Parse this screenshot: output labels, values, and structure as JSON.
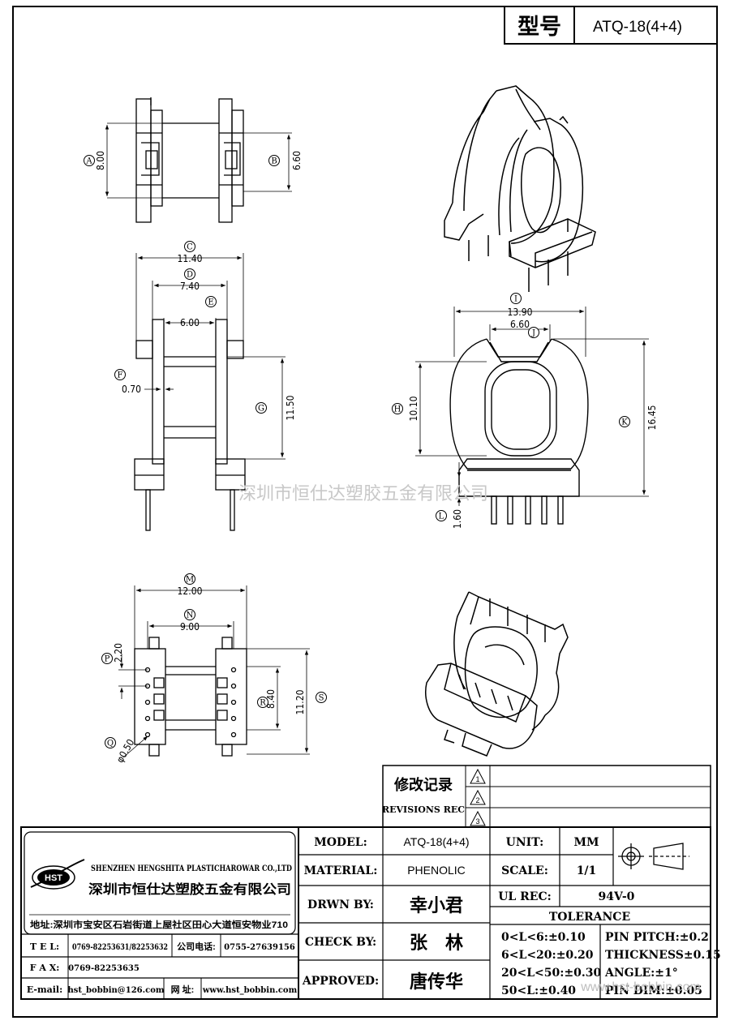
{
  "header": {
    "model_label": "型号",
    "model_value": "ATQ-18(4+4)"
  },
  "dimensions": {
    "A": "8.00",
    "B": "6.60",
    "C": "11.40",
    "D": "7.40",
    "E": "6.00",
    "F": "0.70",
    "G": "11.50",
    "H": "10.10",
    "I": "13.90",
    "J": "6.60",
    "K": "16.45",
    "L": "1.60",
    "M": "12.00",
    "N": "9.00",
    "P": "2.20",
    "Q": "φ0.50",
    "R": "8.40",
    "S": "11.20"
  },
  "watermark": {
    "center": "深圳市恒仕达塑胶五金有限公司",
    "bottom": "www.hst-bobbin.com"
  },
  "revisions": {
    "title_cn": "修改记录",
    "title_en": "REVISIONS REC",
    "marks": [
      "1",
      "2",
      "3"
    ]
  },
  "company": {
    "name_en": "SHENZHEN HENGSHITA PLASTICHAROWAR CO.,LTD",
    "name_cn": "深圳市恒仕达塑胶五金有限公司",
    "logo_text": "HST",
    "address": "地址:深圳市宝安区石岩街道上屋社区田心大道恒安物业710",
    "tel_label": "T E L:",
    "tel_value": "0769-82253631/82253632",
    "phone_label": "公司电话:",
    "phone_value": "0755-27639156",
    "fax_label": "F A X:",
    "fax_value": "0769-82253635",
    "email_label": "E-mail:",
    "email_value": "hst_bobbin@126.com",
    "web_label": "网 址:",
    "web_value": "www.hst_bobbin.com"
  },
  "title_block": {
    "model_label": "MODEL:",
    "model_value": "ATQ-18(4+4)",
    "material_label": "MATERIAL:",
    "material_value": "PHENOLIC",
    "drawn_label": "DRWN BY:",
    "drawn_value": "幸小君",
    "check_label": "CHECK BY:",
    "check_value": "张　林",
    "approved_label": "APPROVED:",
    "approved_value": "唐传华",
    "unit_label": "UNIT:",
    "unit_value": "MM",
    "scale_label": "SCALE:",
    "scale_value": "1/1",
    "ul_label": "UL REC:",
    "ul_value": "94V-0",
    "tolerance_label": "TOLERANCE",
    "tolerance_left": [
      "0<L<6:±0.10",
      "6<L<20:±0.20",
      "20<L<50:±0.30",
      "50<L:±0.40"
    ],
    "tolerance_right": [
      "PIN PITCH:±0.2",
      "THICKNESS±0.15",
      "ANGLE:±1°",
      "PIN DIM:±0.05"
    ]
  }
}
